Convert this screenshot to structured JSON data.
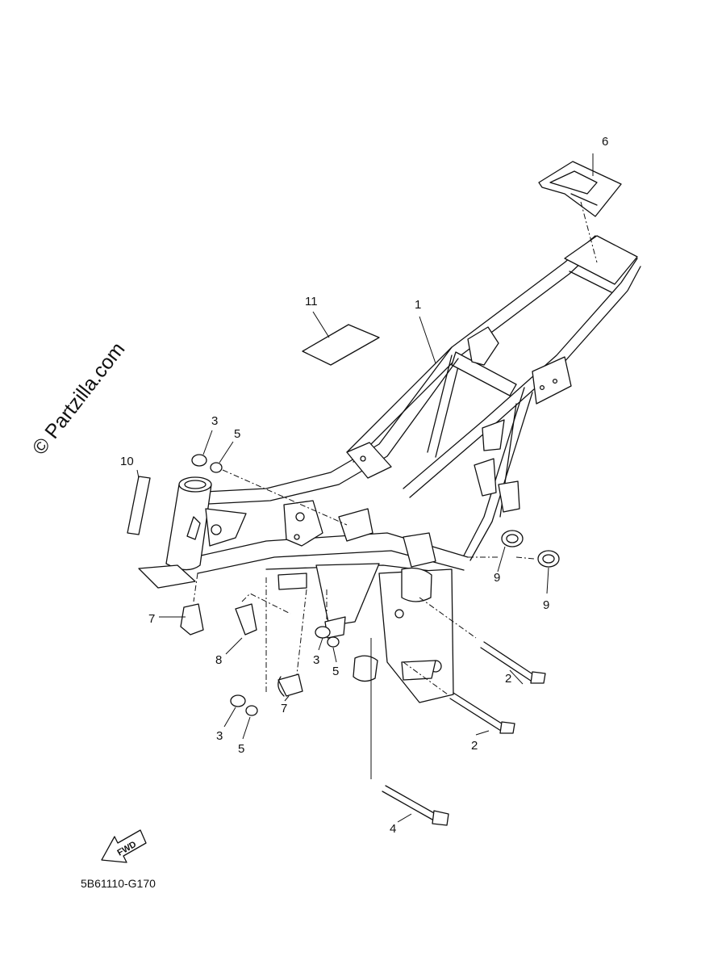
{
  "watermark": "© Partzilla.com",
  "diagram_code": "5B61110-G170",
  "fwd_label": "FWD",
  "callouts": {
    "c1": "1",
    "c2a": "2",
    "c2b": "2",
    "c3a": "3",
    "c3b": "3",
    "c3c": "3",
    "c4": "4",
    "c5a": "5",
    "c5b": "5",
    "c5c": "5",
    "c6": "6",
    "c7a": "7",
    "c7b": "7",
    "c8": "8",
    "c9a": "9",
    "c9b": "9",
    "c10": "10",
    "c11": "11"
  }
}
